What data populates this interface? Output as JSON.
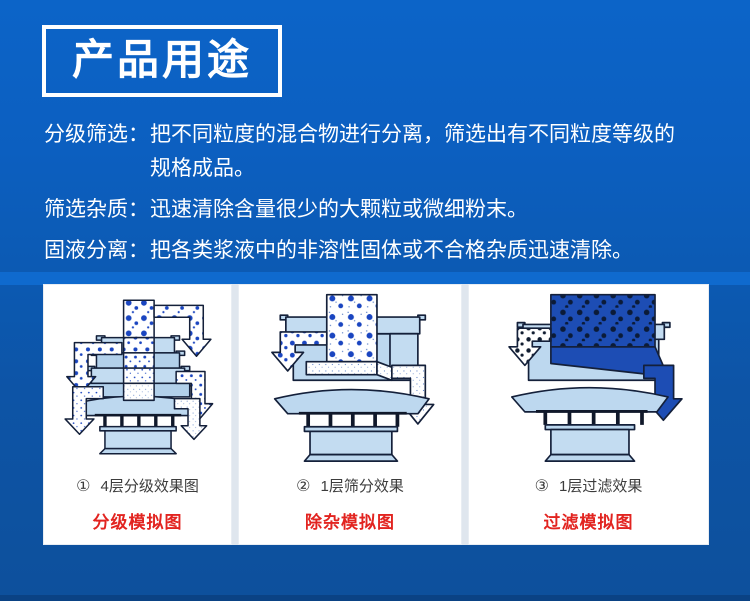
{
  "header": {
    "title": "产品用途"
  },
  "uses": [
    {
      "label": "分级筛选：",
      "text": "把不同粒度的混合物进行分离，筛选出有不同粒度等级的规格成品。"
    },
    {
      "label": "筛选杂质：",
      "text": "迅速清除含量很少的大颗粒或微细粉末。"
    },
    {
      "label": "固液分离：",
      "text": "把各类浆液中的非溶性固体或不合格杂质迅速清除。"
    }
  ],
  "figures": [
    {
      "number": "①",
      "caption": "4层分级效果图",
      "label": "分级模拟图"
    },
    {
      "number": "②",
      "caption": "1层筛分效果",
      "label": "除杂模拟图"
    },
    {
      "number": "③",
      "caption": "1层过滤效果",
      "label": "过滤模拟图"
    }
  ],
  "colors": {
    "background_top": "#0c64c8",
    "background_bottom": "#0d509c",
    "accent_strip": "#0f6ace",
    "title_text": "#ffffff",
    "body_text": "#ffffff",
    "caption_text": "#3c3c3c",
    "figure_label_red": "#e22420",
    "machine_body_blue": "#bdd8ef",
    "particle_blue": "#1a45c0",
    "liquid_blue": "#1d4db4"
  }
}
